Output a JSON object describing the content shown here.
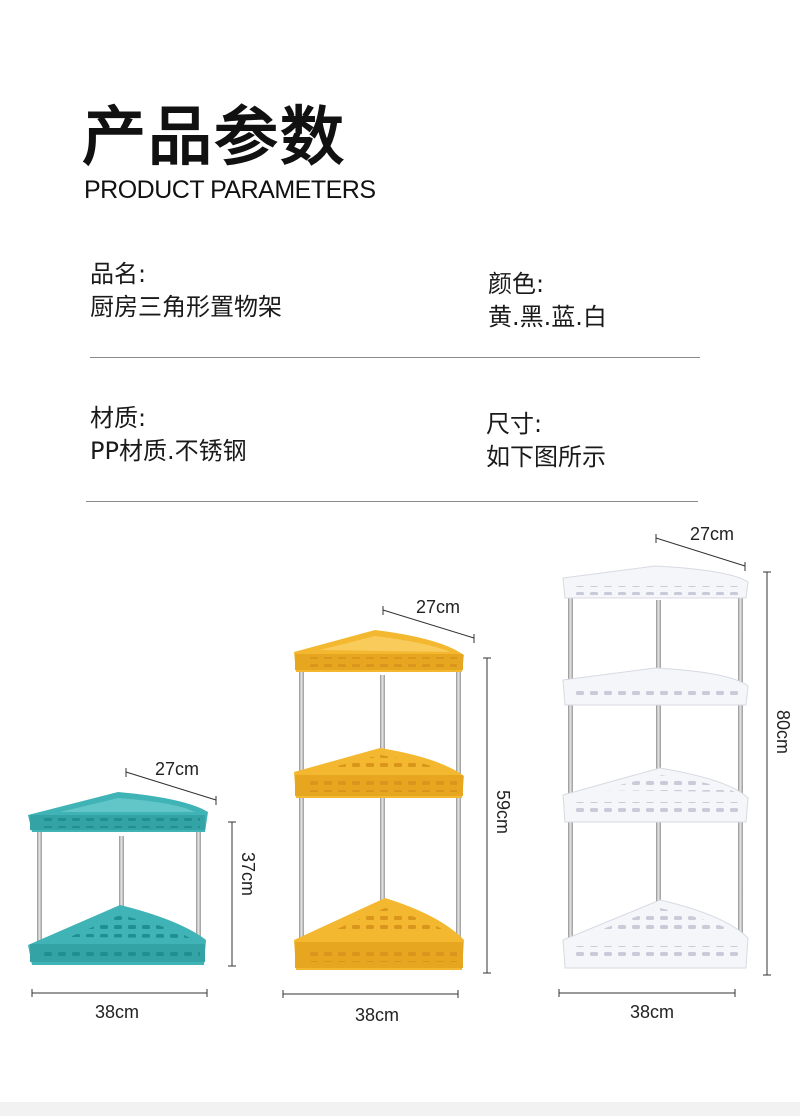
{
  "header": {
    "title_cn": "产品参数",
    "title_en": "PRODUCT PARAMETERS"
  },
  "params": {
    "name_label": "品名:",
    "name_value": "厨房三角形置物架",
    "color_label": "颜色:",
    "color_value": "黄.黑.蓝.白",
    "material_label": "材质:",
    "material_value": "PP材质.不锈钢",
    "size_label": "尺寸:",
    "size_value": "如下图所示"
  },
  "products": {
    "small": {
      "depth": "27cm",
      "height": "37cm",
      "width": "38cm"
    },
    "medium": {
      "depth": "27cm",
      "height": "59cm",
      "width": "38cm"
    },
    "large": {
      "depth": "27cm",
      "height": "80cm",
      "width": "38cm"
    }
  },
  "colors": {
    "teal_shelf": "#3fb3b5",
    "yellow_shelf": "#f3b830",
    "white_shelf": "#f5f6fa",
    "pole": "#b8b8b8"
  }
}
